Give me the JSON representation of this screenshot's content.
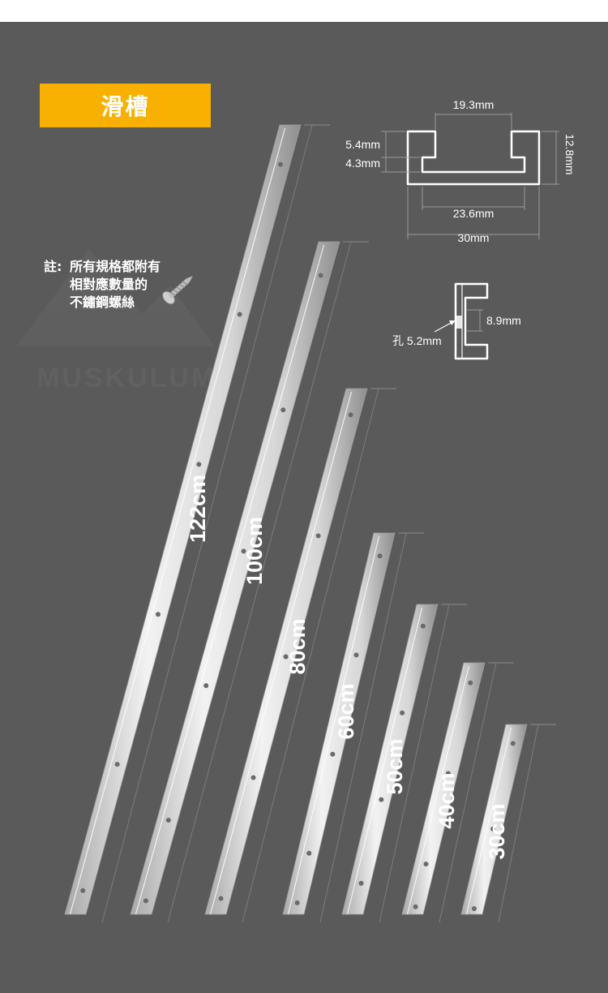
{
  "header": {
    "title": "滑槽"
  },
  "note": {
    "prefix": "註:",
    "lines": [
      "所有規格都附有",
      "相對應數量的",
      "不鏽鋼螺絲"
    ]
  },
  "watermark": {
    "text": "MUSKULUM"
  },
  "profile": {
    "top_opening": "19.3mm",
    "lip_height": "5.4mm",
    "lip_thickness": "4.3mm",
    "height": "12.8mm",
    "inner_width": "23.6mm",
    "outer_width": "30mm"
  },
  "side_view": {
    "hole_label": "孔 5.2mm",
    "depth": "8.9mm"
  },
  "rails": [
    {
      "length": "122cm"
    },
    {
      "length": "100cm"
    },
    {
      "length": "80cm"
    },
    {
      "length": "60cm"
    },
    {
      "length": "50cm"
    },
    {
      "length": "40cm"
    },
    {
      "length": "30cm"
    }
  ],
  "colors": {
    "panel": "#5a5a5b",
    "badge": "#f8b100",
    "rail": "#dcdcdc"
  }
}
